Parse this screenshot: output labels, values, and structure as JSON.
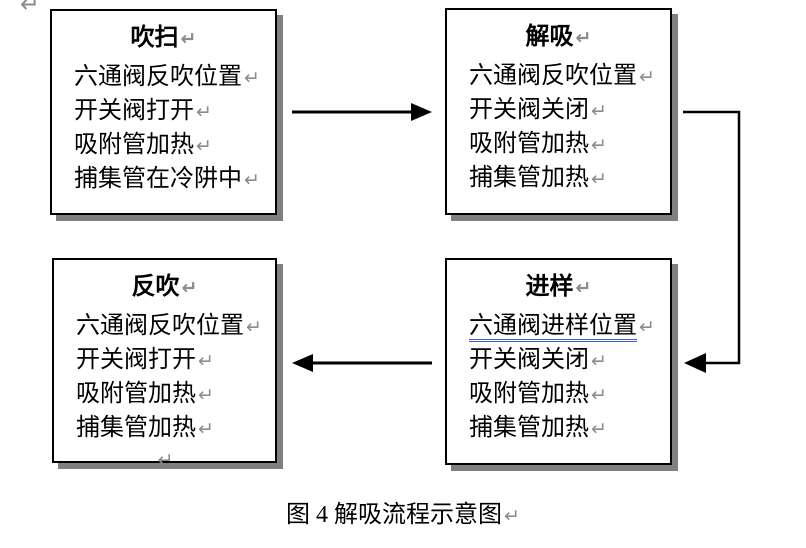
{
  "figure": {
    "caption": "图 4 解吸流程示意图"
  },
  "marks": {
    "line_break": "↵"
  },
  "colors": {
    "box_border": "#000000",
    "box_shadow": "#808080",
    "format_mark_gray": "#8c8c8c",
    "double_underline_blue": "#3a5fc8",
    "arrow_black": "#000000"
  },
  "boxes": [
    {
      "title": "吹扫",
      "lines": [
        "六通阀反吹位置",
        "开关阀打开",
        "吸附管加热",
        "捕集管在冷阱中"
      ]
    },
    {
      "title": "解吸",
      "lines": [
        "六通阀反吹位置",
        "开关阀关闭",
        "吸附管加热",
        "捕集管加热"
      ]
    },
    {
      "title": "反吹",
      "lines": [
        "六通阀反吹位置",
        "开关阀打开",
        "吸附管加热",
        "捕集管加热"
      ]
    },
    {
      "title": "进样",
      "lines": [
        "六通阀进样位置",
        "开关阀关闭",
        "吸附管加热",
        "捕集管加热"
      ]
    }
  ]
}
